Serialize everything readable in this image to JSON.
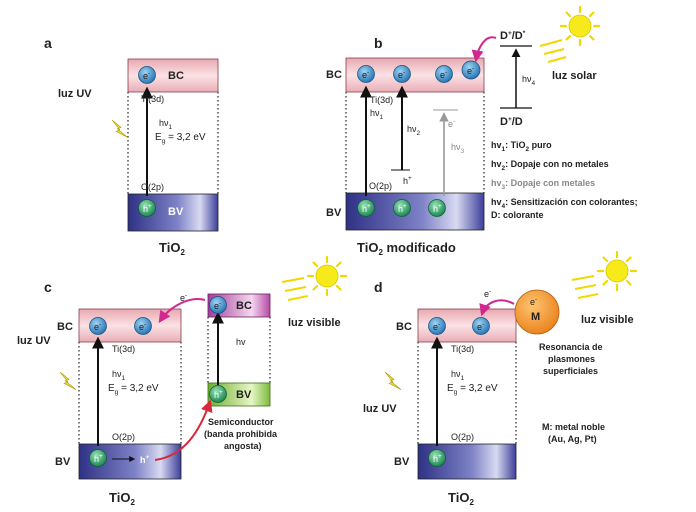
{
  "panels": {
    "a": {
      "letter": "a",
      "bc": "BC",
      "bv": "BV",
      "electron": "e",
      "electron_sup": "-",
      "hole": "h",
      "hole_sup": "+",
      "ti3d": "Ti(3d)",
      "o2p": "O(2p)",
      "uv": "luz UV",
      "hv": "hν",
      "hv_sub": "1",
      "eg_E": "E",
      "eg_sub": "g",
      "eg_val": " = 3,2 eV",
      "caption_main": "TiO",
      "caption_sub": "2"
    },
    "b": {
      "letter": "b",
      "bc": "BC",
      "bv": "BV",
      "electron": "e",
      "electron_sup": "-",
      "hole": "h",
      "hole_sup": "+",
      "ti3d": "Ti(3d)",
      "o2p": "O(2p)",
      "hv": "hν",
      "hv1_sub": "1",
      "hv2_sub": "2",
      "hv3_sub": "3",
      "hv4_sub": "4",
      "dox": "D",
      "dox_sup": "+",
      "dox_rest": "/D",
      "dox_sup2": "*",
      "dred": "D",
      "dred_sup": "+",
      "dred_rest": "/D",
      "sun": "luz solar",
      "caption_main": "TiO",
      "caption_sub": "2",
      "caption_rest": " modificado",
      "legend": [
        {
          "sub": "1",
          "text": ": TiO",
          "sub2": "2",
          "text2": " puro",
          "grey": false
        },
        {
          "sub": "2",
          "text": ": Dopaje con no metales",
          "sub2": "",
          "text2": "",
          "grey": false
        },
        {
          "sub": "3",
          "text": ": Dopaje con metales",
          "sub2": "",
          "text2": "",
          "grey": true
        },
        {
          "sub": "4",
          "text": ": Sensitización con colorantes;",
          "sub2": "",
          "text2": "",
          "grey": false
        }
      ],
      "legend_last": "D: colorante"
    },
    "c": {
      "letter": "c",
      "bc": "BC",
      "bv": "BV",
      "electron": "e",
      "electron_sup": "-",
      "hole": "h",
      "hole_sup": "+",
      "ti3d": "Ti(3d)",
      "o2p": "O(2p)",
      "uv": "luz UV",
      "visible": "luz visible",
      "hv": "hν",
      "hv_sub": "1",
      "eg_E": "E",
      "eg_sub": "g",
      "eg_val": " = 3,2 eV",
      "semi_hv": "hv",
      "semi_bc": "BC",
      "semi_bv": "BV",
      "semi_label": [
        "Semiconductor",
        "(banda prohibida",
        "angosta)"
      ],
      "caption_main": "TiO",
      "caption_sub": "2"
    },
    "d": {
      "letter": "d",
      "bc": "BC",
      "bv": "BV",
      "electron": "e",
      "electron_sup": "-",
      "hole": "h",
      "hole_sup": "+",
      "ti3d": "Ti(3d)",
      "o2p": "O(2p)",
      "uv": "luz UV",
      "visible": "luz visible",
      "hv": "hν",
      "hv_sub": "1",
      "eg_E": "E",
      "eg_sub": "g",
      "eg_val": " = 3,2 eV",
      "metal": "M",
      "resonance": [
        "Resonancia de",
        "plasmones",
        "superficiales"
      ],
      "metal_def": [
        "M: metal noble",
        "(Au, Ag, Pt)"
      ],
      "caption_main": "TiO",
      "caption_sub": "2"
    }
  },
  "colors": {
    "bc_fill": "#f2c7cc",
    "bv_fill": "#3b3f93",
    "electron": "#2c86c8",
    "hole": "#1f9a5a",
    "arrow_magenta": "#d1278f",
    "arrow_red": "#d8293c",
    "sun": "#f5e400",
    "semi_bc": "#c95fb5",
    "semi_bv": "#a6d16b",
    "metal": "#f39c2e"
  }
}
